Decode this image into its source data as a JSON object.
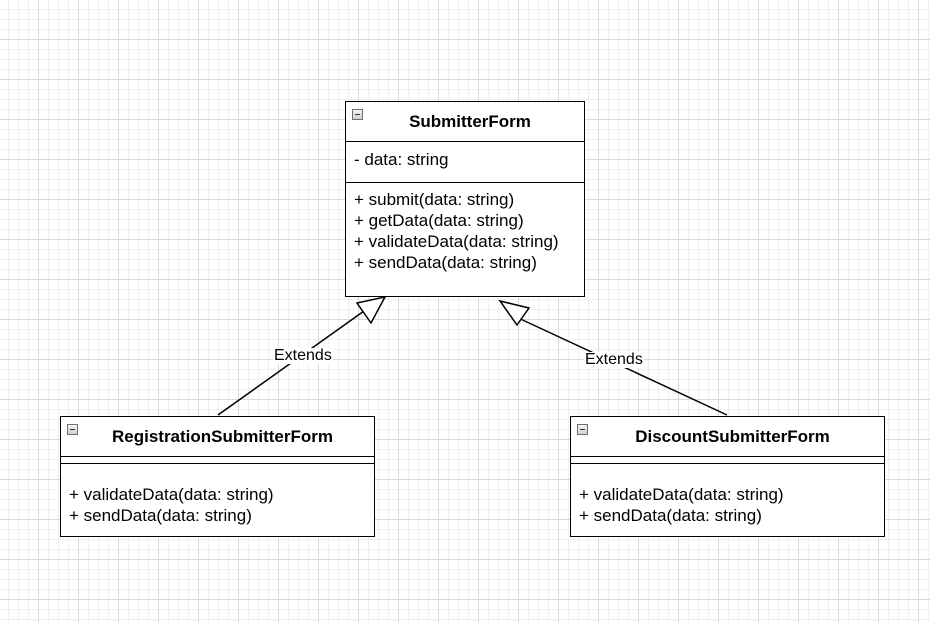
{
  "diagram": {
    "classes": {
      "parent": {
        "name": "SubmitterForm",
        "attributes": [
          "- data: string"
        ],
        "methods": [
          "+ submit(data: string)",
          "+ getData(data: string)",
          "+ validateData(data: string)",
          "+ sendData(data: string)"
        ]
      },
      "registration": {
        "name": "RegistrationSubmitterForm",
        "attributes": [],
        "methods": [
          "+ validateData(data: string)",
          "+ sendData(data: string)"
        ]
      },
      "discount": {
        "name": "DiscountSubmitterForm",
        "attributes": [],
        "methods": [
          "+ validateData(data: string)",
          "+ sendData(data: string)"
        ]
      }
    },
    "relations": [
      {
        "label": "Extends",
        "from": "RegistrationSubmitterForm",
        "to": "SubmitterForm",
        "type": "generalization"
      },
      {
        "label": "Extends",
        "from": "DiscountSubmitterForm",
        "to": "SubmitterForm",
        "type": "generalization"
      }
    ]
  }
}
